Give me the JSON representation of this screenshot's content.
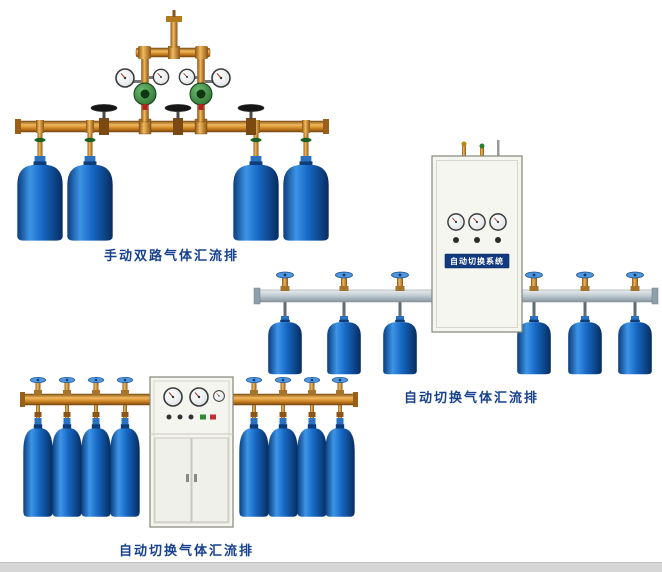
{
  "page": {
    "background_color": "#ffffff",
    "footer_bar_color": "#d6d6d6"
  },
  "colors": {
    "caption_text": "#17418f",
    "cylinder_blue": "#1668c4",
    "brass_pipe": "#d08a28",
    "silver_pipe": "#b9c5cd",
    "cabinet_body": "#f5f5f0",
    "cabinet_label_bg": "#123a7e",
    "regulator_green": "#2e7d32"
  },
  "products": [
    {
      "id": "manual-dual-gas-manifold",
      "caption": "手动双路气体汇流排",
      "cylinder_count": 4
    },
    {
      "id": "auto-switch-gas-manifold-six-cylinder",
      "caption": "自动切换气体汇流排",
      "cabinet_label": "自动切换系统",
      "cylinder_count": 6
    },
    {
      "id": "auto-switch-gas-manifold-eight-cylinder",
      "caption": "自动切换气体汇流排",
      "cylinder_count": 8
    }
  ]
}
